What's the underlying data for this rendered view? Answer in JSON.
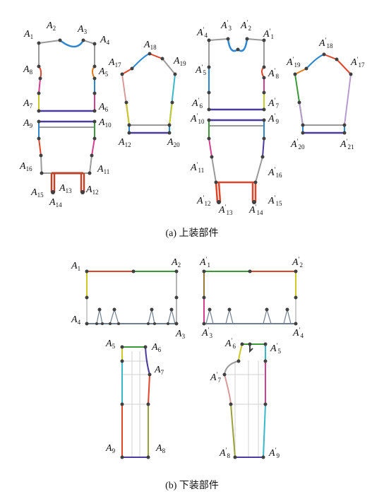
{
  "captions": {
    "upper": "(a) 上装部件",
    "lower": "(b) 下装部件"
  },
  "upper_labels": {
    "front_piece": [
      "A1",
      "A2",
      "A3",
      "A4",
      "A5",
      "A6",
      "A7",
      "A8",
      "A9",
      "A10",
      "A11",
      "A12",
      "A13",
      "A14",
      "A15",
      "A16"
    ],
    "sleeve": [
      "A17",
      "A18",
      "A19",
      "A20",
      "A12"
    ],
    "back_piece": [
      "A'1",
      "A'2",
      "A'3",
      "A'4",
      "A'5",
      "A'6",
      "A'7",
      "A'8",
      "A'9",
      "A'10",
      "A'11",
      "A'12",
      "A'13",
      "A'14",
      "A'15",
      "A'16"
    ],
    "back_sleeve": [
      "A'17",
      "A'18",
      "A'19",
      "A'20",
      "A'21"
    ]
  },
  "lower_labels": {
    "waistband_front": [
      "A1",
      "A2",
      "A3",
      "A4"
    ],
    "waistband_back": [
      "A'1",
      "A'2",
      "A'3",
      "A'4"
    ],
    "trouser_front": [
      "A5",
      "A6",
      "A7",
      "A8",
      "A9"
    ],
    "trouser_back": [
      "A'5",
      "A'6",
      "A'7",
      "A'8",
      "A'9"
    ]
  },
  "colors": {
    "blue": "#2e86d1",
    "red": "#e0452a",
    "green": "#3a9a3a",
    "magenta": "#d63c8f",
    "yellow": "#c9c92a",
    "purple": "#4a3b9c",
    "gray": "#9a9a9a",
    "orange": "#e27a1c",
    "cyan": "#3ab7c9",
    "olive": "#9aa23a",
    "darkred": "#b8452a",
    "lightpurple": "#b89ad1",
    "point": "#404040"
  }
}
